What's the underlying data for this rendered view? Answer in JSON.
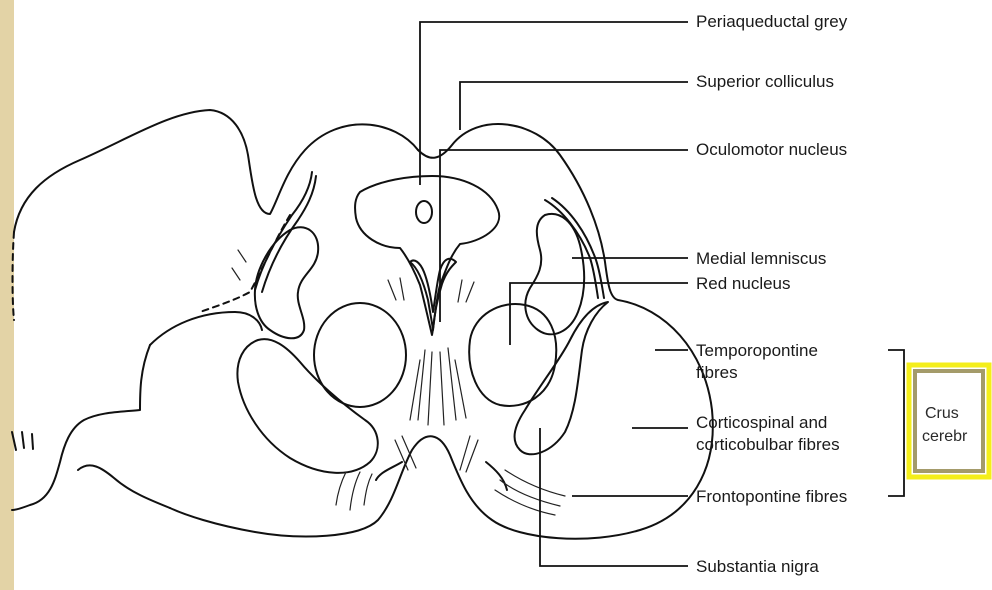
{
  "colors": {
    "side_band": "#e3d3a6",
    "highlight_box": "#f4ee1a",
    "highlight_inner": "#a49b6a",
    "ink": "#111111"
  },
  "labels": {
    "periaqueductal_grey": "Periaqueductal grey",
    "superior_colliculus": "Superior colliculus",
    "oculomotor_nucleus": "Oculomotor nucleus",
    "medial_lemniscus": "Medial lemniscus",
    "red_nucleus": "Red nucleus",
    "temporopontine_line1": "Temporopontine",
    "temporopontine_line2": "fibres",
    "corticospinal_line1": "Corticospinal and",
    "corticospinal_line2": "corticobulbar fibres",
    "frontopontine_fibres": "Frontopontine fibres",
    "substantia_nigra": "Substantia nigra"
  },
  "crus_cerebri": {
    "line1": "Crus",
    "line2": "cerebr"
  }
}
